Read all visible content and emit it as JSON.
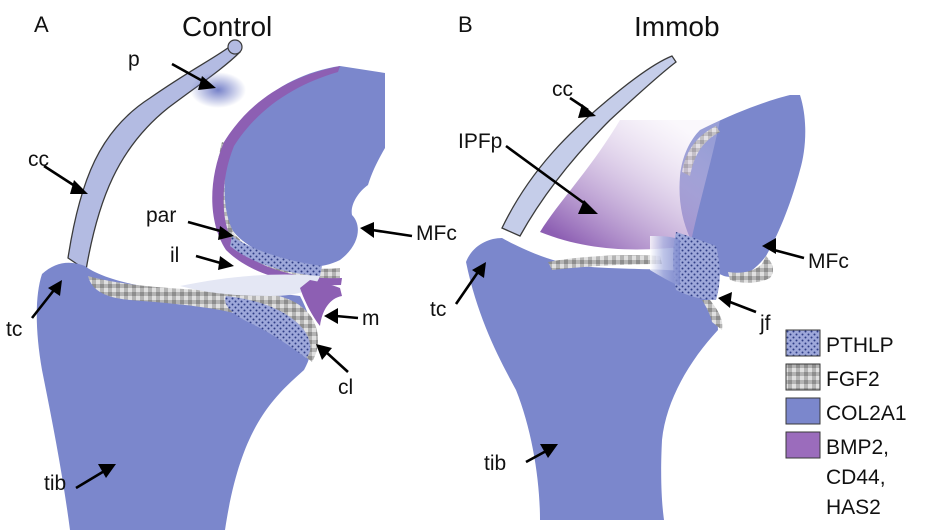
{
  "panels": [
    {
      "letter": "A",
      "title": "Control",
      "labels": {
        "p": "p",
        "cc": "cc",
        "par": "par",
        "il": "il",
        "mfc": "MFc",
        "tc": "tc",
        "m": "m",
        "cl": "cl",
        "tib": "tib"
      }
    },
    {
      "letter": "B",
      "title": "Immob",
      "labels": {
        "cc": "cc",
        "ipfp": "IPFp",
        "mfc": "MFc",
        "tc": "tc",
        "jf": "jf",
        "tib": "tib"
      }
    }
  ],
  "legend": [
    {
      "name": "PTHLP",
      "lines": [
        "PTHLP"
      ],
      "pattern": "dots",
      "color": "#9aa4d8"
    },
    {
      "name": "FGF2",
      "lines": [
        "FGF2"
      ],
      "pattern": "checker",
      "color": "#9a9a9a"
    },
    {
      "name": "COL2A1",
      "lines": [
        "COL2A1"
      ],
      "pattern": "solid",
      "color": "#7b87cc"
    },
    {
      "name": "BMP2, CD44, HAS2",
      "lines": [
        "BMP2,",
        "CD44,",
        "HAS2"
      ],
      "pattern": "solid",
      "color": "#9b6cbc"
    }
  ],
  "colors": {
    "bone": "#7b87cc",
    "capsule": "#b3bbe2",
    "capsule_light": "#c5cde9",
    "purple": "#8d5fb3",
    "purple_light": "#ede3f4",
    "cartilage_gray": "#a9a9a9",
    "meniscus_light": "#e4e7f4"
  }
}
